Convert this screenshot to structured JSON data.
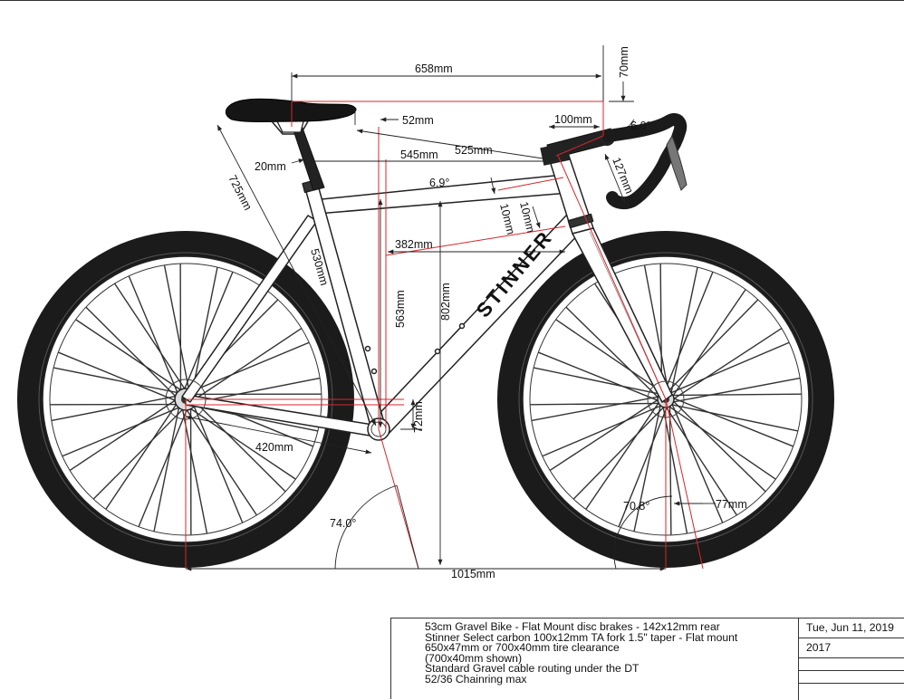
{
  "drawing": {
    "brand": "STINNER",
    "dimensions": {
      "d658": "658mm",
      "d70": "70mm",
      "d52": "52mm",
      "d100": "100mm",
      "d6": "-6.0°",
      "d525": "525mm",
      "d545": "545mm",
      "d20": "20mm",
      "d725": "725mm",
      "d127": "127mm",
      "d69": "6.9°",
      "d10a": "10mm",
      "d10b": "10mm",
      "d382": "382mm",
      "d530": "530mm",
      "d563": "563mm",
      "d802": "802mm",
      "d72": "72mm",
      "d420": "420mm",
      "d740": "74.0°",
      "d708": "70.8°",
      "d77": "77mm",
      "d1015": "1015mm"
    }
  },
  "title_block": {
    "notes": [
      "53cm Gravel Bike - Flat Mount disc brakes - 142x12mm rear",
      "Stinner Select carbon 100x12mm TA fork 1.5\" taper - Flat mount",
      "650x47mm or 700x40mm tire clearance",
      "(700x40mm shown)",
      "Standard Gravel cable routing under the DT",
      "52/36 Chainring max"
    ],
    "date": "Tue, Jun 11, 2019",
    "year": "2017"
  },
  "colors": {
    "dimension_line": "#222222",
    "construction_line": "#d8262b",
    "tire": "#1a1a1a",
    "frame_fill": "#ffffff"
  }
}
